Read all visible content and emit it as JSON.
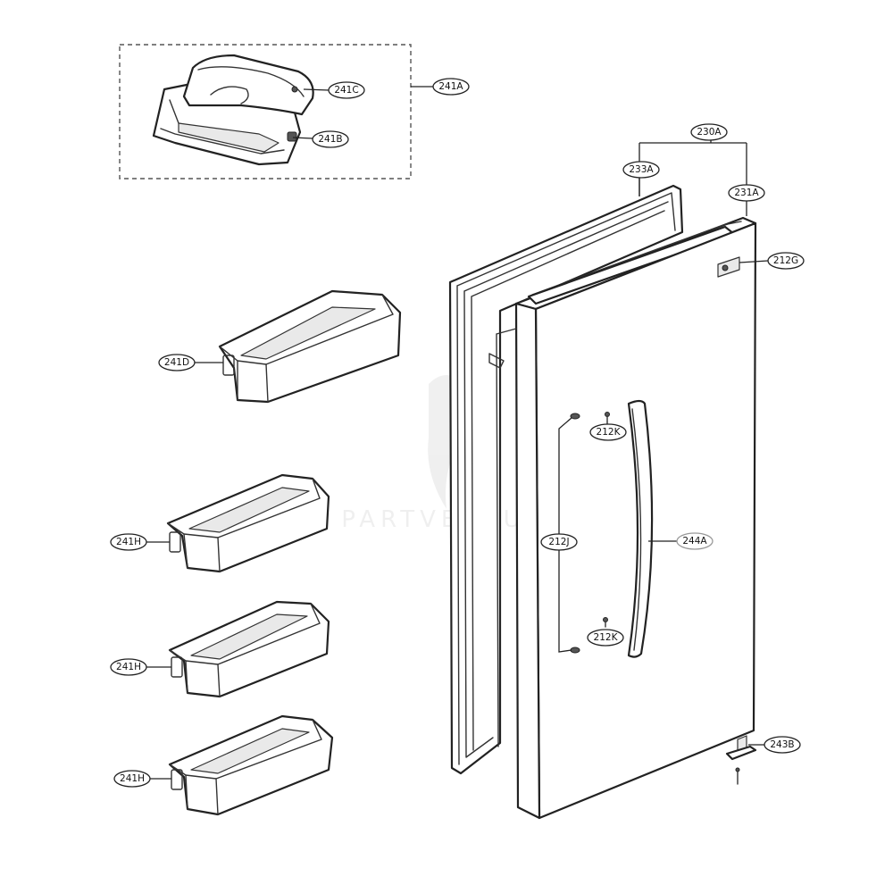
{
  "callouts": {
    "c241A": "241A",
    "c241C": "241C",
    "c241B": "241B",
    "c230A": "230A",
    "c233A": "233A",
    "c231A": "231A",
    "c212G": "212G",
    "c241D": "241D",
    "c212K_top": "212K",
    "c241H_1": "241H",
    "c212J": "212J",
    "c244A": "244A",
    "c212K_bottom": "212K",
    "c241H_2": "241H",
    "c243B": "243B",
    "c241H_3": "241H"
  },
  "watermark": {
    "text": "PARTVENTURES"
  }
}
